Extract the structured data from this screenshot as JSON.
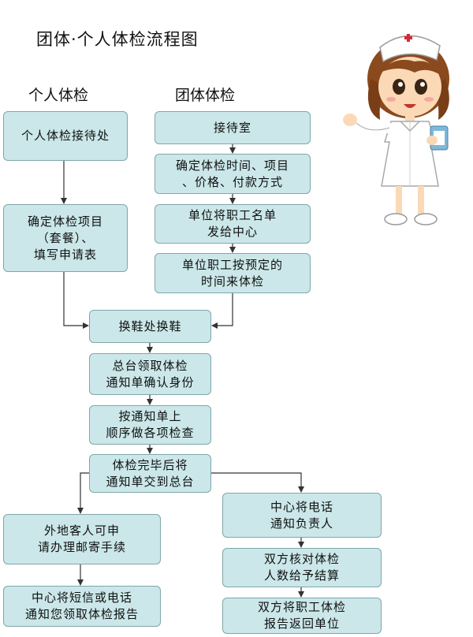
{
  "title": "团体·个人体检流程图",
  "columns": {
    "individual": "个人体检",
    "group": "团体体检"
  },
  "nodes": {
    "ind_reception": [
      "个人体检接待处"
    ],
    "ind_select": [
      "确定体检项目",
      "（套餐）、",
      "填写申请表"
    ],
    "grp_reception": [
      "接待室"
    ],
    "grp_confirm": [
      "确定体检时间、项目",
      "、价格、付款方式"
    ],
    "grp_list": [
      "单位将职工名单",
      "发给中心"
    ],
    "grp_arrive": [
      "单位职工按预定的",
      "时间来体检"
    ],
    "shoes": [
      "换鞋处换鞋"
    ],
    "front_desk": [
      "总台领取体检",
      "通知单确认身份"
    ],
    "exams": [
      "按通知单上",
      "顺序做各项检查"
    ],
    "submit": [
      "体检完毕后将",
      "通知单交到总台"
    ],
    "mail": [
      "外地客人可申",
      "请办理邮寄手续"
    ],
    "sms": [
      "中心将短信或电话",
      "通知您领取体检报告"
    ],
    "call_contact": [
      "中心将电话",
      "通知负责人"
    ],
    "verify": [
      "双方核对体检",
      "人数给予结算"
    ],
    "return_report": [
      "双方将职工体检",
      "报告返回单位"
    ]
  },
  "colors": {
    "box_fill": "#cbe7e9",
    "box_border": "#7fa7a8",
    "line": "#333333"
  }
}
